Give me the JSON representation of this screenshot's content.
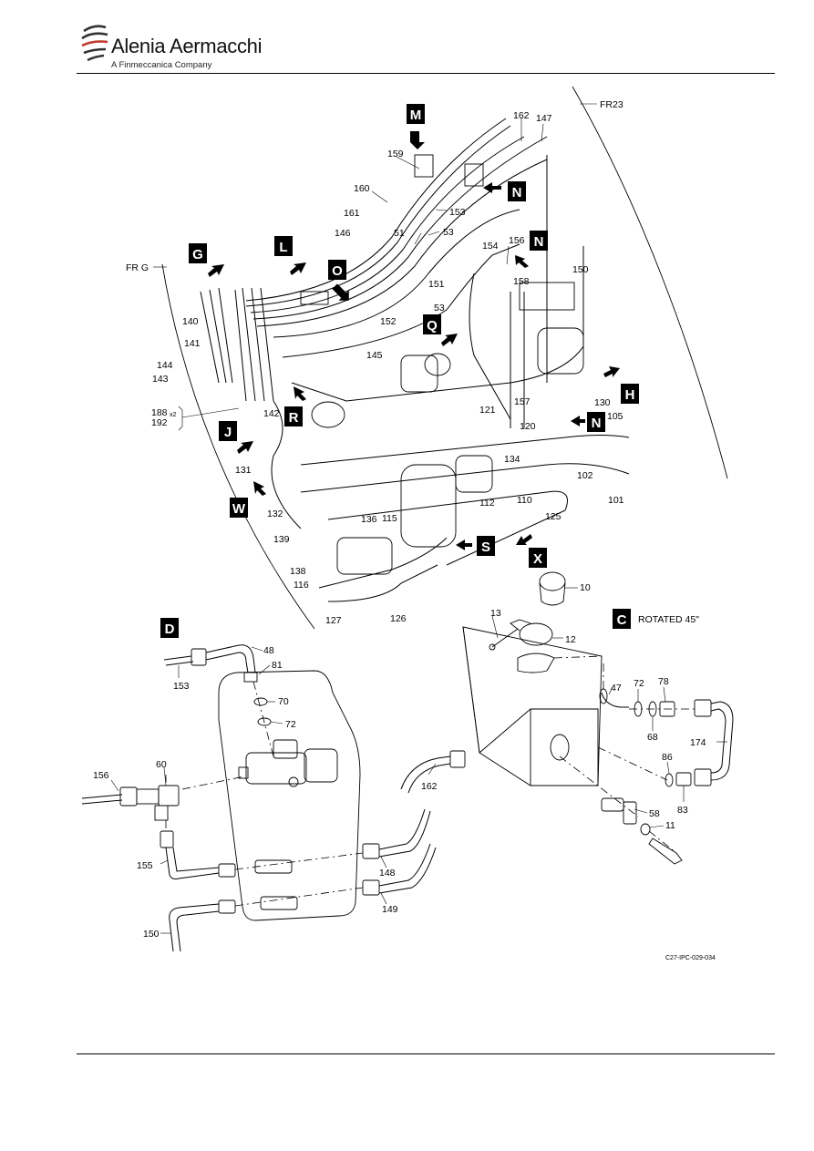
{
  "header": {
    "company": "Alenia Aermacchi",
    "subtitle": "A Finmeccanica Company"
  },
  "frames": {
    "fr23": "FR23",
    "frg": "FR G"
  },
  "views": {
    "M": "M",
    "N1": "N",
    "N2": "N",
    "N3": "N",
    "L": "L",
    "O": "O",
    "G": "G",
    "Q": "Q",
    "H": "H",
    "R": "R",
    "J": "J",
    "W": "W",
    "S": "S",
    "X": "X",
    "D": "D",
    "C": "C"
  },
  "rotated_note": "ROTATED 45\"",
  "figure_code": "C27-IPC-029-034",
  "labels": {
    "l162a": "162",
    "l147": "147",
    "l159": "159",
    "l160": "160",
    "l153a": "153",
    "l161": "161",
    "l51": "51",
    "l53a": "53",
    "l146": "146",
    "l156a": "156",
    "l154": "154",
    "l150a": "150",
    "l151": "151",
    "l158": "158",
    "l152": "152",
    "l53b": "53",
    "l140": "140",
    "l141": "141",
    "l145": "145",
    "l144": "144",
    "l143": "143",
    "l188": "188",
    "l188x": "x2",
    "l192": "192",
    "l142": "142",
    "l121": "121",
    "l157": "157",
    "l130": "130",
    "l105": "105",
    "l120": "120",
    "l131": "131",
    "l134": "134",
    "l102": "102",
    "l110": "110",
    "l101": "101",
    "l132": "132",
    "l112": "112",
    "l125": "125",
    "l136": "136",
    "l115": "115",
    "l139": "139",
    "l138": "138",
    "l116": "116",
    "l127": "127",
    "l126": "126",
    "l10": "10",
    "l13": "13",
    "l12": "12",
    "l48": "48",
    "l81": "81",
    "l153b": "153",
    "l70": "70",
    "l72a": "72",
    "l60": "60",
    "l156b": "156",
    "l155": "155",
    "l148": "148",
    "l149": "149",
    "l150b": "150",
    "l47": "47",
    "l72b": "72",
    "l78": "78",
    "l68": "68",
    "l174": "174",
    "l86": "86",
    "l162b": "162",
    "l83": "83",
    "l58": "58",
    "l11": "11"
  }
}
